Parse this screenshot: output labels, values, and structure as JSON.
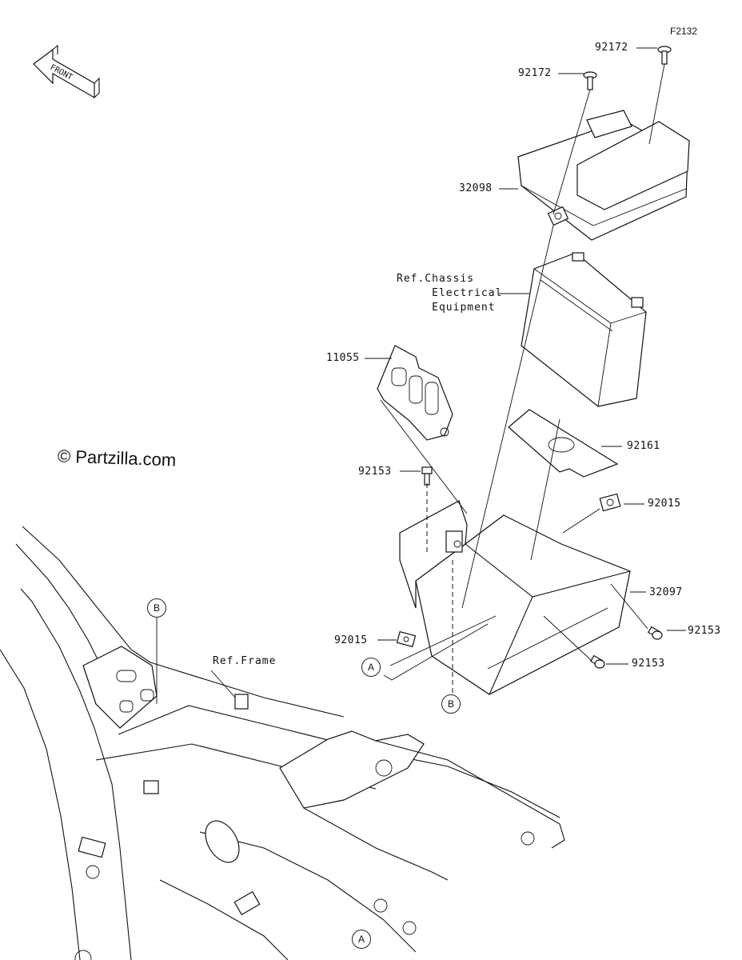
{
  "figure_code": "F2132",
  "watermark": "© Partzilla.com",
  "front_arrow": {
    "text": "FRONT",
    "icon": "front-arrow-icon"
  },
  "parts": [
    {
      "id": "p1",
      "number": "92172"
    },
    {
      "id": "p2",
      "number": "92172"
    },
    {
      "id": "p3",
      "number": "32098"
    },
    {
      "id": "p4",
      "number": "11055"
    },
    {
      "id": "p5",
      "number": "92161"
    },
    {
      "id": "p6",
      "number": "92153"
    },
    {
      "id": "p7",
      "number": "92015"
    },
    {
      "id": "p8",
      "number": "32097"
    },
    {
      "id": "p9",
      "number": "92153"
    },
    {
      "id": "p10",
      "number": "92015"
    },
    {
      "id": "p11",
      "number": "92153"
    }
  ],
  "references": {
    "chassis": "Ref.Chassis\n     Electrical\n     Equipment",
    "frame": "Ref.Frame"
  },
  "callouts": {
    "a_top": "A",
    "a_bottom": "A",
    "b_top": "B",
    "b_bottom": "B"
  }
}
